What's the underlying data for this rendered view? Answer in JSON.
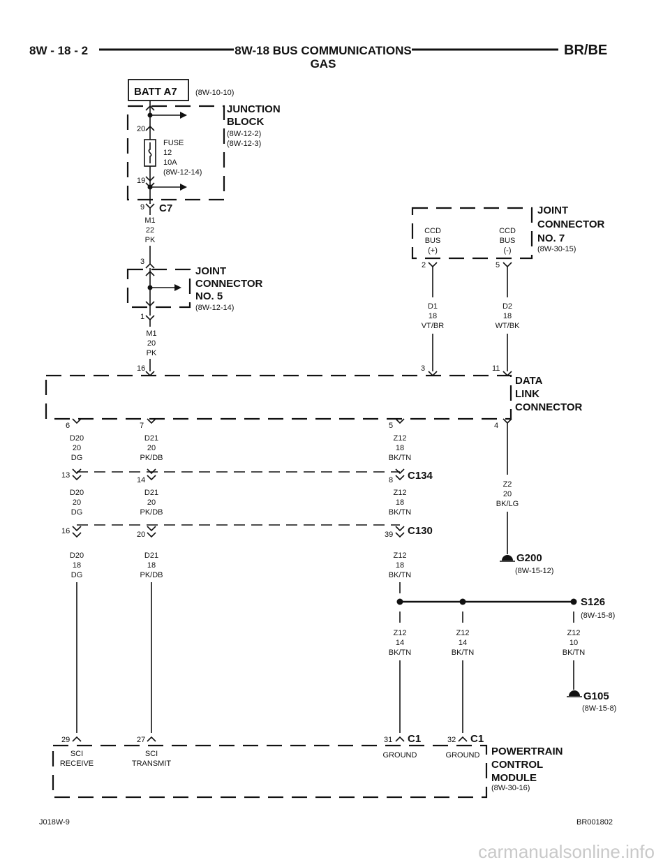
{
  "header": {
    "page_number": "8W - 18 - 2",
    "title": "8W-18 BUS COMMUNICATIONS",
    "subtitle": "GAS",
    "model": "BR/BE"
  },
  "batt": {
    "label": "BATT A7",
    "ref": "(8W-10-10)"
  },
  "junction_block": {
    "title_line1": "JUNCTION",
    "title_line2": "BLOCK",
    "ref1": "(8W-12-2)",
    "ref2": "(8W-12-3)",
    "pin_top": "20",
    "pin_bottom": "19",
    "fuse_label": "FUSE",
    "fuse_number": "12",
    "fuse_rating": "10A",
    "fuse_ref": "(8W-12-14)"
  },
  "c7": {
    "label": "C7",
    "pin": "9"
  },
  "wire_m1_22": {
    "circuit": "M1",
    "gauge": "22",
    "color": "PK"
  },
  "jc5": {
    "line1": "JOINT",
    "line2": "CONNECTOR",
    "line3": "NO. 5",
    "ref": "(8W-12-14)",
    "pin_top": "3",
    "pin_bottom": "1"
  },
  "wire_m1_20": {
    "circuit": "M1",
    "gauge": "20",
    "color": "PK"
  },
  "jc7": {
    "line1": "JOINT",
    "line2": "CONNECTOR",
    "line3": "NO. 7",
    "ref": "(8W-30-15)",
    "bus_plus": [
      "CCD",
      "BUS",
      "(+)"
    ],
    "bus_minus": [
      "CCD",
      "BUS",
      "(-)"
    ],
    "pin_plus": "2",
    "pin_minus": "5"
  },
  "wire_d1": {
    "circuit": "D1",
    "gauge": "18",
    "color": "VT/BR"
  },
  "wire_d2": {
    "circuit": "D2",
    "gauge": "18",
    "color": "WT/BK"
  },
  "dlc": {
    "line1": "DATA",
    "line2": "LINK",
    "line3": "CONNECTOR",
    "top_pins": [
      "16",
      "3",
      "11"
    ],
    "bottom_pins": [
      "6",
      "7",
      "5",
      "4"
    ]
  },
  "wires_row1": [
    {
      "circuit": "D20",
      "gauge": "20",
      "color": "DG"
    },
    {
      "circuit": "D21",
      "gauge": "20",
      "color": "PK/DB"
    },
    {
      "circuit": "Z12",
      "gauge": "18",
      "color": "BK/TN"
    }
  ],
  "c134": {
    "label": "C134",
    "pins": [
      "13",
      "14",
      "8"
    ]
  },
  "wires_row2": [
    {
      "circuit": "D20",
      "gauge": "20",
      "color": "DG"
    },
    {
      "circuit": "D21",
      "gauge": "20",
      "color": "PK/DB"
    },
    {
      "circuit": "Z12",
      "gauge": "18",
      "color": "BK/TN"
    }
  ],
  "c130": {
    "label": "C130",
    "pins": [
      "16",
      "20",
      "39"
    ]
  },
  "wires_row3": [
    {
      "circuit": "D20",
      "gauge": "18",
      "color": "DG"
    },
    {
      "circuit": "D21",
      "gauge": "18",
      "color": "PK/DB"
    },
    {
      "circuit": "Z12",
      "gauge": "18",
      "color": "BK/TN"
    }
  ],
  "wire_z2": {
    "circuit": "Z2",
    "gauge": "20",
    "color": "BK/LG"
  },
  "g200": {
    "label": "G200",
    "ref": "(8W-15-12)"
  },
  "s126": {
    "label": "S126",
    "ref": "(8W-15-8)"
  },
  "wires_row4": [
    {
      "circuit": "Z12",
      "gauge": "14",
      "color": "BK/TN"
    },
    {
      "circuit": "Z12",
      "gauge": "14",
      "color": "BK/TN"
    },
    {
      "circuit": "Z12",
      "gauge": "10",
      "color": "BK/TN"
    }
  ],
  "g105": {
    "label": "G105",
    "ref": "(8W-15-8)"
  },
  "pcm": {
    "line1": "POWERTRAIN",
    "line2": "CONTROL",
    "line3": "MODULE",
    "ref": "(8W-30-16)",
    "pins": [
      "29",
      "27",
      "31",
      "32"
    ],
    "c1_label": "C1",
    "sci_receive": [
      "SCI",
      "RECEIVE"
    ],
    "sci_transmit": [
      "SCI",
      "TRANSMIT"
    ],
    "ground": "GROUND"
  },
  "footer": {
    "left": "J018W-9",
    "right": "BR001802"
  },
  "watermark": "carmanualsonline.info"
}
